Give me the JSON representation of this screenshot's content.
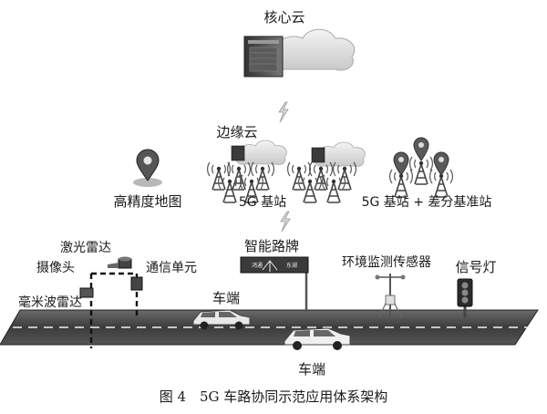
{
  "diagram": {
    "core_cloud": "核心云",
    "edge_cloud": "边缘云",
    "hd_map": "高精度地图",
    "base_station": "5G 基站",
    "base_station_diff": "5G 基站 + 差分基准站",
    "smart_sign": "智能路牌",
    "sign_text": [
      "鸿通",
      "东湖"
    ],
    "env_sensor": "环境监测传感器",
    "traffic_light": "信号灯",
    "lidar": "激光雷达",
    "camera": "摄像头",
    "comm_unit": "通信单元",
    "mmwave_radar": "毫米波雷达",
    "vehicle_end_1": "车端",
    "vehicle_end_2": "车端"
  },
  "caption": "图 4　5G 车路协同示范应用体系架构"
}
